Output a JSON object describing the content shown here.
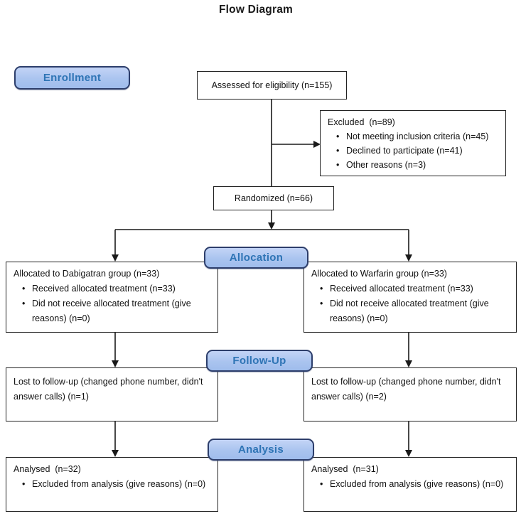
{
  "title": "Flow Diagram",
  "colors": {
    "badge_fill": "#aac4ef",
    "badge_border": "#2d3e6b",
    "badge_text": "#2e74b5",
    "box_border": "#222222",
    "connector": "#1a1a1a",
    "background": "#ffffff"
  },
  "badges": {
    "enrollment": "Enrollment",
    "allocation": "Allocation",
    "followup": "Follow-Up",
    "analysis": "Analysis"
  },
  "boxes": {
    "assessed": {
      "text": "Assessed for eligibility (n=155)"
    },
    "excluded": {
      "heading": "Excluded  (n=89)",
      "bullets": [
        "Not meeting inclusion criteria (n=45)",
        "Declined to participate (n=41)",
        "Other reasons (n=3)"
      ]
    },
    "randomized": {
      "text": "Randomized (n=66)"
    },
    "allocation_left": {
      "heading": "Allocated to Dabigatran group (n=33)",
      "bullets": [
        "Received allocated treatment (n=33)",
        "Did not receive allocated treatment (give reasons) (n=0)"
      ]
    },
    "allocation_right": {
      "heading": "Allocated to Warfarin group (n=33)",
      "bullets": [
        "Received allocated treatment (n=33)",
        "Did not receive allocated treatment (give reasons) (n=0)"
      ]
    },
    "followup_left": {
      "text": "Lost to follow-up (changed phone number, didn't answer calls) (n=1)"
    },
    "followup_right": {
      "text": "Lost to follow-up (changed phone number, didn't answer calls) (n=2)"
    },
    "analysis_left": {
      "heading": "Analysed  (n=32)",
      "bullets": [
        "Excluded from analysis (give reasons) (n=0)"
      ]
    },
    "analysis_right": {
      "heading": "Analysed  (n=31)",
      "bullets": [
        "Excluded from analysis (give reasons) (n=0)"
      ]
    }
  }
}
